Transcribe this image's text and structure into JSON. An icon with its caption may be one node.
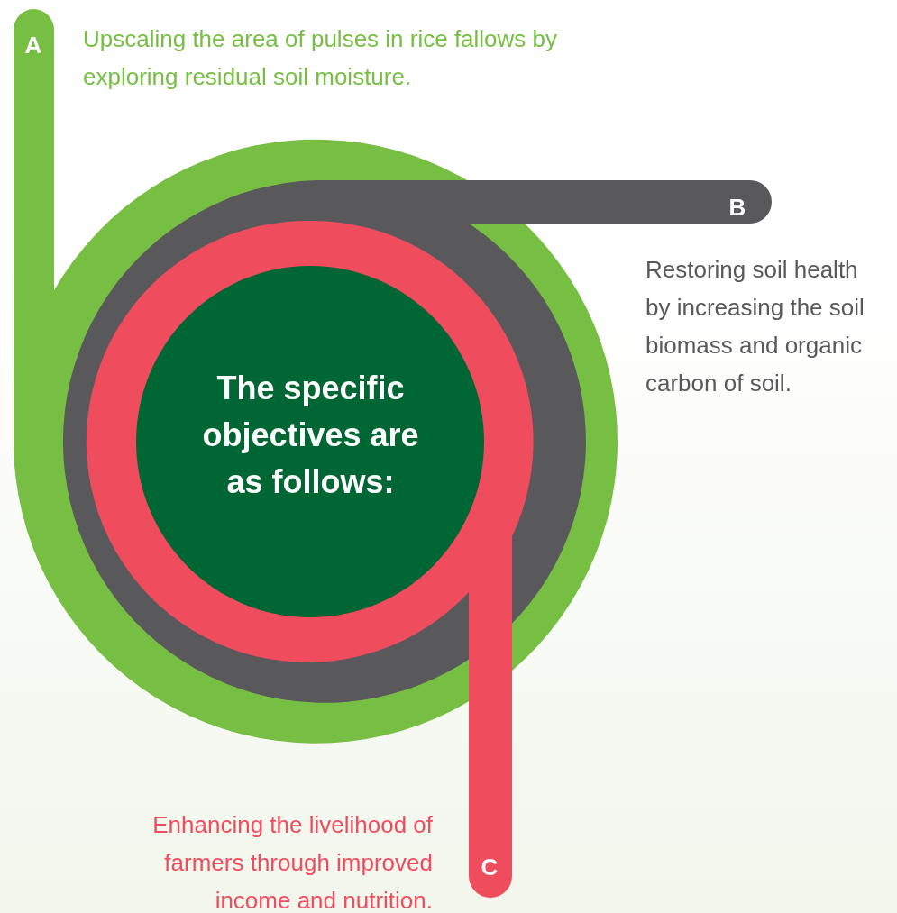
{
  "diagram": {
    "nodes": [
      {
        "text": [
          "A"
        ],
        "beside": [
          "Upscaling the area of pulses in rice fallows by exploring residual soil moisture."
        ]
      },
      {
        "text": [
          "B"
        ],
        "beside": [
          "Restoring soil health by increasing the soil biomass and organic carbon of soil."
        ]
      },
      {
        "text": [
          "C"
        ],
        "beside": [
          "Enhancing the livelihood of farmers through improved income and nutrition."
        ]
      },
      {
        "text": [
          "The specific objectives are as follows:"
        ]
      }
    ]
  }
}
